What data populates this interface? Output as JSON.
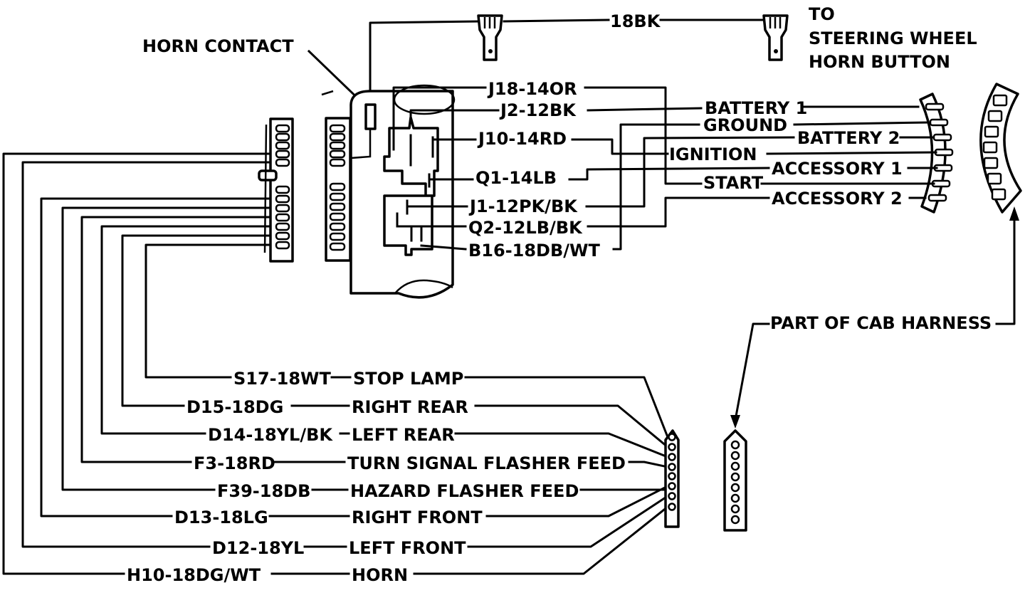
{
  "diagram": {
    "title": "Steering Column Wiring",
    "background": "#ffffff",
    "ink": "#000000"
  },
  "labels": {
    "horn_contact": "HORN CONTACT",
    "horn_wire": "18BK",
    "to_horn_button": [
      "TO",
      "STEERING WHEEL",
      "HORN BUTTON"
    ],
    "cab_harness": "PART OF CAB HARNESS"
  },
  "ignition_wires": [
    {
      "code": "J18-14OR",
      "function": "START"
    },
    {
      "code": "J2-12BK",
      "function": "BATTERY 1"
    },
    {
      "code": "J10-14RD",
      "function": "IGNITION"
    },
    {
      "code": "Q1-14LB",
      "function": "ACCESSORY 1"
    },
    {
      "code": "J1-12PK/BK",
      "function": "BATTERY 2"
    },
    {
      "code": "Q2-12LB/BK",
      "function": "ACCESSORY 2"
    },
    {
      "code": "B16-18DB/WT",
      "function": "GROUND"
    }
  ],
  "ignition_terminals": [
    "BATTERY 1",
    "GROUND",
    "BATTERY 2",
    "IGNITION",
    "ACCESSORY 1",
    "START",
    "ACCESSORY 2"
  ],
  "turn_signal_wires": [
    {
      "code": "S17-18WT",
      "function": "STOP LAMP"
    },
    {
      "code": "D15-18DG",
      "function": "RIGHT REAR"
    },
    {
      "code": "D14-18YL/BK",
      "function": "LEFT REAR"
    },
    {
      "code": "F3-18RD",
      "function": "TURN SIGNAL FLASHER FEED"
    },
    {
      "code": "F39-18DB",
      "function": "HAZARD FLASHER FEED"
    },
    {
      "code": "D13-18LG",
      "function": "RIGHT FRONT"
    },
    {
      "code": "D12-18YL",
      "function": "LEFT FRONT"
    },
    {
      "code": "H10-18DG/WT",
      "function": "HORN"
    }
  ]
}
